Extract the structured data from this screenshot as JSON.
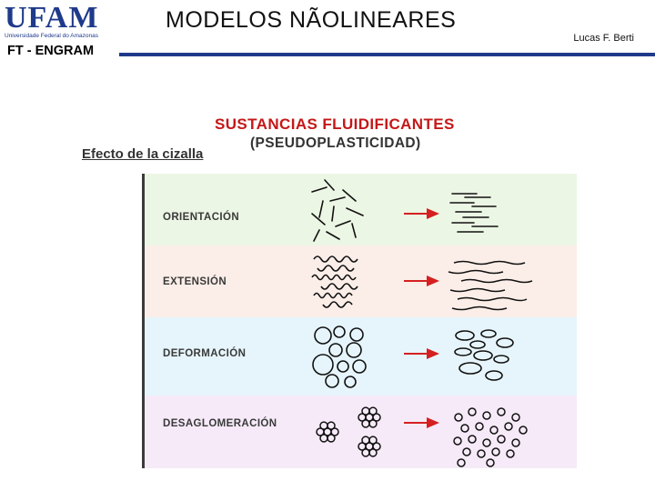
{
  "header": {
    "logo_text": "UFAM",
    "logo_sub": "Universidade Federal do Amazonas",
    "department": "FT - ENGRAM",
    "title": "MODELOS NÃOLINEARES",
    "author": "Lucas F. Berti",
    "accent": "#1f3a8a"
  },
  "figure": {
    "heading_line1": "SUSTANCIAS FLUIDIFICANTES",
    "heading_line2": "(PSEUDOPLASTICIDAD)",
    "subheading": "Efecto de la cizalla",
    "heading_color": "#c41818",
    "arrow_color": "#d42020",
    "rows": [
      {
        "label": "ORIENTACIÓN",
        "background": "#ecf6e4"
      },
      {
        "label": "EXTENSIÓN",
        "background": "#fbeee8"
      },
      {
        "label": "DEFORMACIÓN",
        "background": "#e6f5fb"
      },
      {
        "label": "DESAGLOMERACIÓN",
        "background": "#f6eaf8"
      }
    ]
  }
}
